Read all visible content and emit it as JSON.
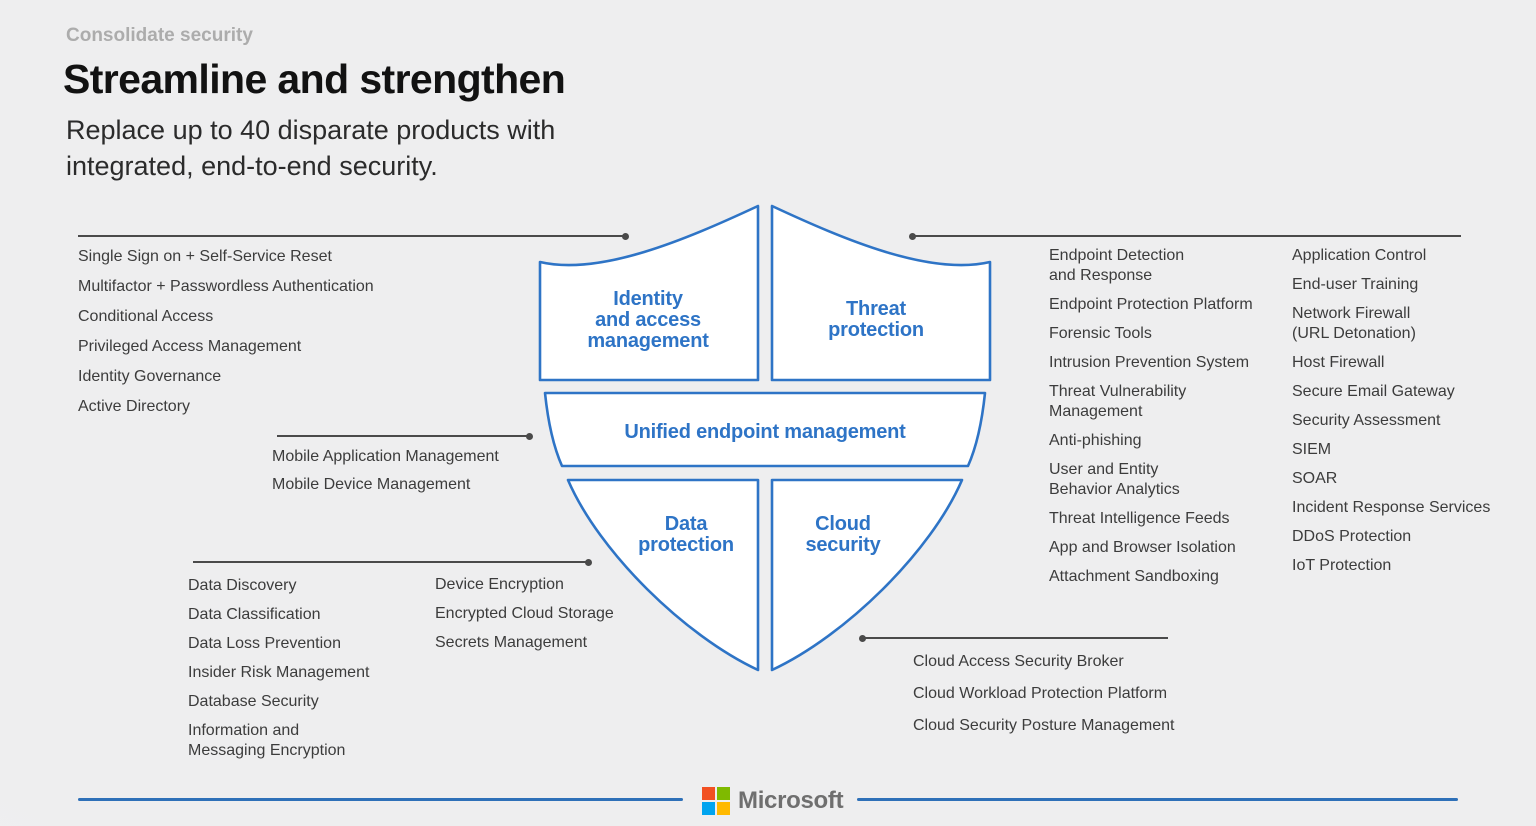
{
  "header": {
    "eyebrow": "Consolidate security",
    "title": "Streamline and strengthen",
    "subtitle": "Replace up to 40 disparate products with\nintegrated, end-to-end security."
  },
  "shield": {
    "identity_label": "Identity\nand access\nmanagement",
    "threat_label": "Threat\nprotection",
    "uem_label": "Unified endpoint management",
    "data_label": "Data\nprotection",
    "cloud_label": "Cloud\nsecurity"
  },
  "lists": {
    "identity": [
      "Single Sign on + Self-Service Reset",
      "Multifactor + Passwordless Authentication",
      "Conditional Access",
      "Privileged Access Management",
      "Identity Governance",
      "Active Directory"
    ],
    "mobile": [
      "Mobile Application Management",
      "Mobile Device Management"
    ],
    "data_col1": [
      "Data Discovery",
      "Data Classification",
      "Data Loss Prevention",
      "Insider Risk Management",
      "Database Security",
      "Information and\nMessaging Encryption"
    ],
    "data_col2": [
      "Device Encryption",
      "Encrypted Cloud Storage",
      "Secrets Management"
    ],
    "threat_col1": [
      "Endpoint Detection\nand Response",
      "Endpoint Protection Platform",
      "Forensic Tools",
      "Intrusion Prevention System",
      "Threat Vulnerability\nManagement",
      "Anti-phishing",
      "User and Entity\nBehavior Analytics",
      "Threat Intelligence Feeds",
      "App and Browser Isolation",
      "Attachment Sandboxing"
    ],
    "threat_col2": [
      "Application Control",
      "End-user Training",
      "Network Firewall\n(URL Detonation)",
      "Host Firewall",
      "Secure Email Gateway",
      "Security Assessment",
      "SIEM",
      "SOAR",
      "Incident Response Services",
      "DDoS Protection",
      "IoT Protection"
    ],
    "cloud": [
      "Cloud Access Security Broker",
      "Cloud Workload Protection Platform",
      "Cloud Security Posture Management"
    ]
  },
  "footer": {
    "brand": "Microsoft"
  },
  "colors": {
    "accent_blue": "#2E74C6",
    "connector_gray": "#4A4A4A",
    "text_dark": "#3C3C3C",
    "logo_red": "#F25022",
    "logo_green": "#7FBA00",
    "logo_blue": "#00A4EF",
    "logo_yellow": "#FFB900"
  }
}
